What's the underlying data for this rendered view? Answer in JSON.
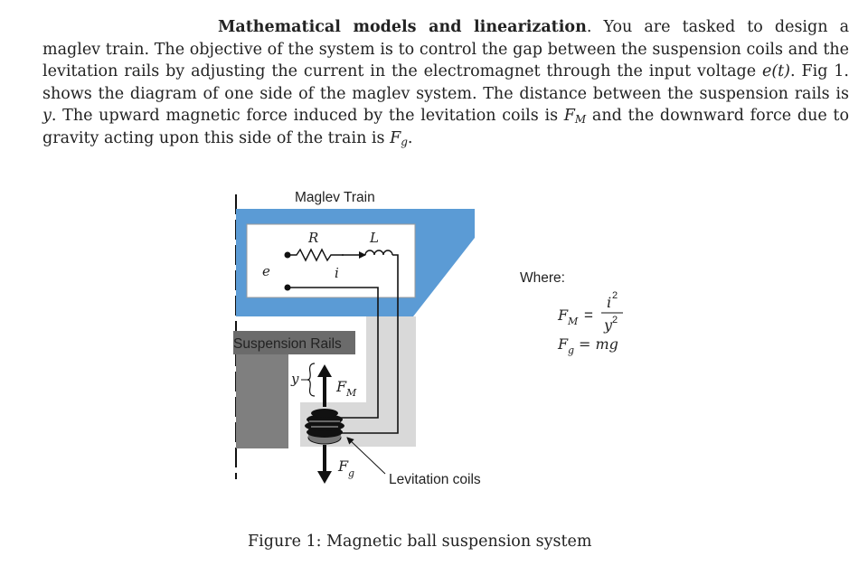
{
  "paragraph": {
    "heading": "Mathematical models and linearization",
    "s1": ". You are tasked to design a maglev train. The objective of the system is to control the gap between the suspension coils and the levitation rails by adjusting the current in the electromagnet through the input voltage ",
    "v_et": "e(t)",
    "s2": ". Fig 1. shows the diagram of one side of the maglev system. The distance between the suspension rails is ",
    "v_y": "y",
    "s3": ". The upward magnetic force induced by the levitation coils is ",
    "v_F": "F",
    "v_M": "M",
    "s4": " and the downward force due to gravity acting upon this side of the train is ",
    "v_F2": "F",
    "v_g": "g",
    "s5": "."
  },
  "figure": {
    "train_label": "Maglev Train",
    "resistor_label": "R",
    "inductor_label": "L",
    "voltage_label": "e",
    "current_label": "i",
    "rails_label": "Suspension Rails",
    "gap_label": "y",
    "force_up": "F",
    "force_up_sub": "M",
    "force_down": "F",
    "force_down_sub": "g",
    "coils_label": "Levitation coils",
    "where_label": "Where:",
    "eq1_lhs": "F",
    "eq1_lhs_sub": "M",
    "eq1_eq": "=",
    "eq1_num": "i",
    "eq1_num_exp": "2",
    "eq1_den": "y",
    "eq1_den_exp": "2",
    "eq2_lhs": "F",
    "eq2_lhs_sub": "g",
    "eq2_rhs": "= mg",
    "colors": {
      "train_body": "#5b9bd5",
      "rail": "#7f7f7f",
      "rail_label_bg": "#6b6b6b",
      "frame": "#d9d9d9"
    }
  },
  "caption": "Figure 1: Magnetic ball suspension system"
}
